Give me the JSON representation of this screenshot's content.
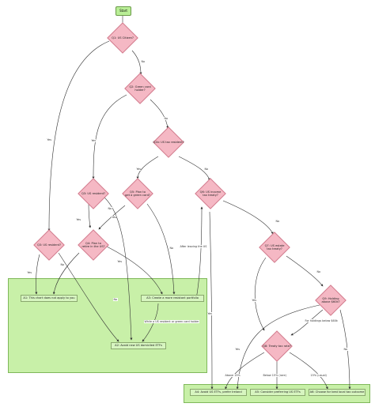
{
  "start": "Start",
  "questions": {
    "q1": "Q1: US Citizen?",
    "q2": "Q2: Green card holder?",
    "q2b": "Q2b: US tax resident?",
    "q3": "Q3: US resident?",
    "q3b": "Q3: US resident?",
    "q4": "Q4: Plan to\nretire in the US?",
    "q5": "Q5: Plan to\nget a green card?",
    "q6": "Q6: US income\ntax treaty?",
    "q7": "Q7: US estate\ntax treaty?",
    "q8": "Q8: Treaty tax rate?",
    "q9": "Q9: Holding\nabove $60k?"
  },
  "answers": {
    "a1": "A1: This chart does not apply to you",
    "a2": "A2: Avoid new US domiciled ETFs",
    "a3": "A3: Create a more resistant portfolio",
    "a4": "A4: Avoid US ETFs, prefer Ireland",
    "a5": "A5: Consider preferring US ETFs",
    "a6": "A6: Choose for best local tax outcome"
  },
  "edge_labels": {
    "yes": "Yes",
    "no": "No",
    "after_leaving": "After leaving the US",
    "while_resident": "While a US resident or green card holder",
    "for_holdings": "For holdings below $60k",
    "above": "Above 15%",
    "below": "Below 15% (rare)",
    "equal": "15% (usual)"
  }
}
